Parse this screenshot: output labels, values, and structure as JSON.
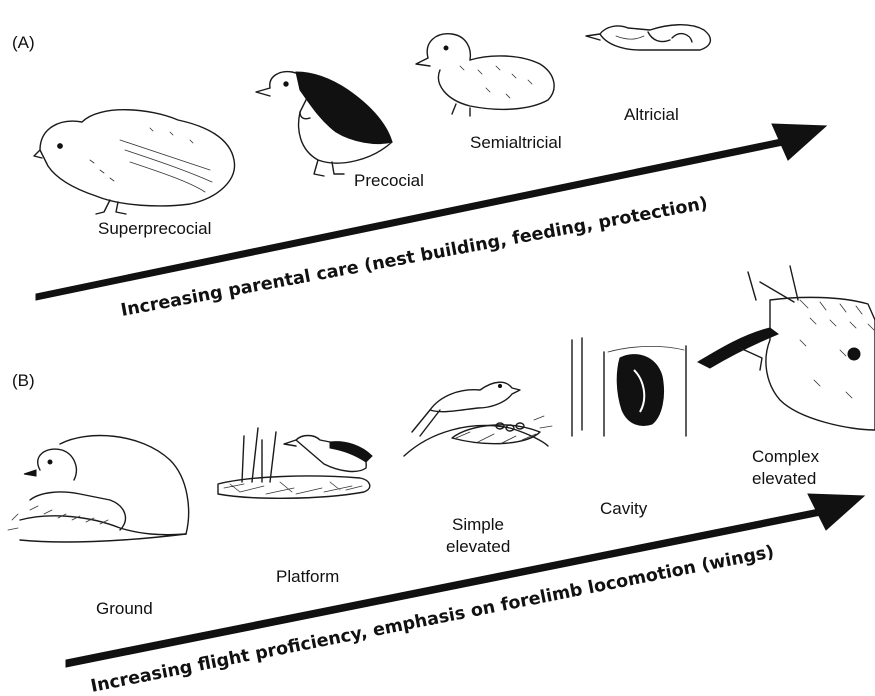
{
  "panel_a": {
    "label": "(A)",
    "stages": [
      "Superprecocial",
      "Precocial",
      "Semialtricial",
      "Altricial"
    ],
    "arrow_text": "Increasing parental care (nest building, feeding, protection)"
  },
  "panel_b": {
    "label": "(B)",
    "nests": {
      "ground": "Ground",
      "platform": "Platform",
      "simple_elevated": [
        "Simple",
        "elevated"
      ],
      "cavity": "Cavity",
      "complex_elevated": [
        "Complex",
        "elevated"
      ]
    },
    "arrow_text": "Increasing flight proficiency, emphasis on forelimb locomotion (wings)"
  }
}
